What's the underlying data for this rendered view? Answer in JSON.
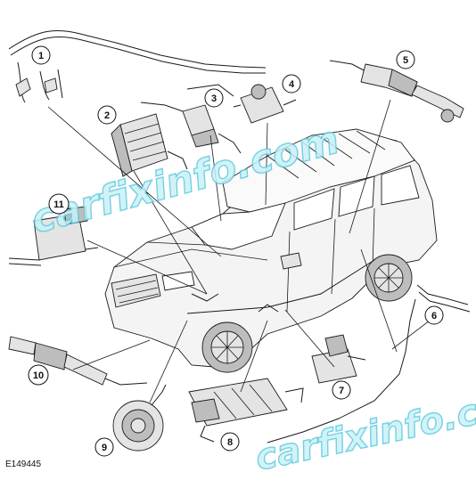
{
  "figure": {
    "reference_code": "E149445",
    "watermark_text": "carfixinfo.com",
    "callouts": [
      {
        "id": "c1",
        "label": "1"
      },
      {
        "id": "c2",
        "label": "2"
      },
      {
        "id": "c3",
        "label": "3"
      },
      {
        "id": "c4",
        "label": "4"
      },
      {
        "id": "c5",
        "label": "5"
      },
      {
        "id": "c6",
        "label": "6"
      },
      {
        "id": "c7",
        "label": "7"
      },
      {
        "id": "c8",
        "label": "8"
      },
      {
        "id": "c9",
        "label": "9"
      },
      {
        "id": "c10",
        "label": "10"
      },
      {
        "id": "c11",
        "label": "11"
      }
    ]
  }
}
